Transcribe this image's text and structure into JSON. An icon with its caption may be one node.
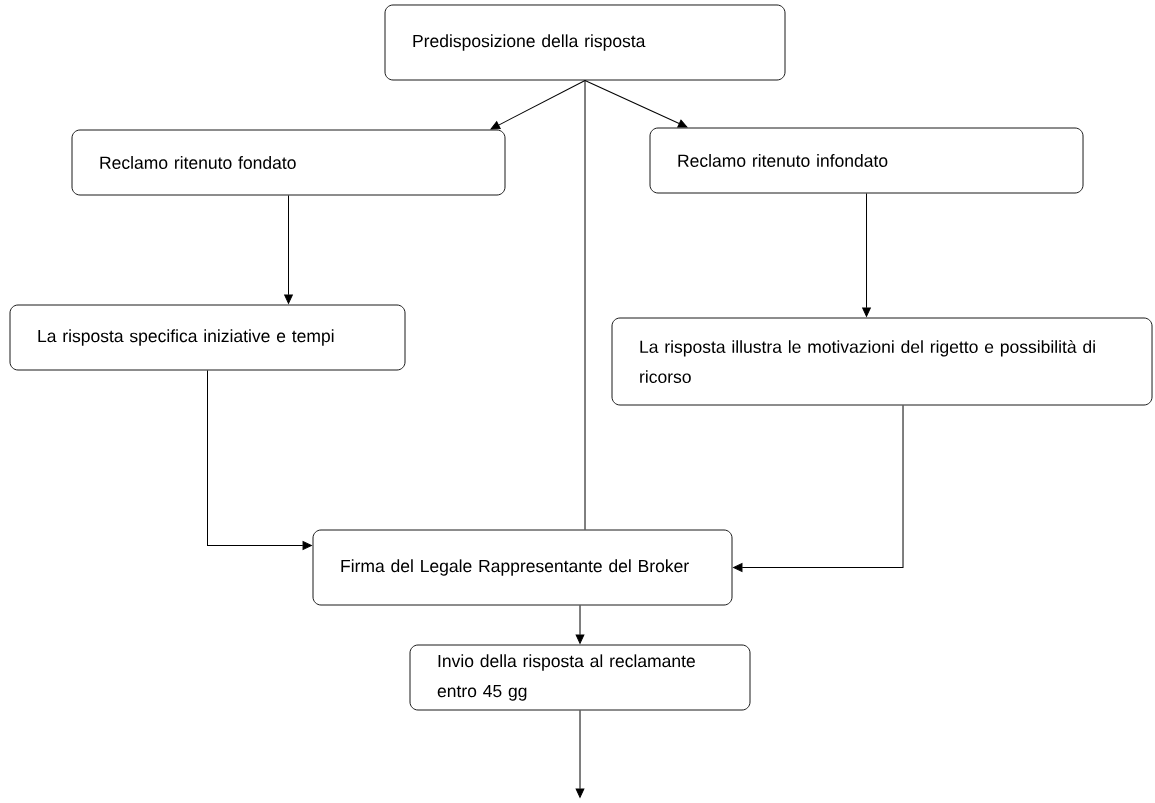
{
  "diagram": {
    "nodes": [
      {
        "text": [
          "Predisposizione della risposta"
        ]
      },
      {
        "text": [
          "Reclamo ritenuto fondato"
        ]
      },
      {
        "text": [
          "Reclamo ritenuto infondato"
        ]
      },
      {
        "text": [
          "La risposta specifica iniziative e tempi"
        ]
      },
      {
        "text": [
          "La risposta illustra le motivazioni del rigetto e possibilità di ricorso"
        ]
      },
      {
        "text": [
          "Firma del Legale Rappresentante del Broker"
        ]
      },
      {
        "text": [
          "Invio della risposta al reclamante entro 45 gg"
        ]
      }
    ],
    "edges": [
      {
        "from": 0,
        "to": 1,
        "arrow": "to"
      },
      {
        "from": 0,
        "to": 2,
        "arrow": "to"
      },
      {
        "from": 0,
        "to": 5,
        "arrow": "none"
      },
      {
        "from": 1,
        "to": 3,
        "arrow": "to"
      },
      {
        "from": 2,
        "to": 4,
        "arrow": "to"
      },
      {
        "from": 3,
        "to": 5,
        "arrow": "to"
      },
      {
        "from": 4,
        "to": 5,
        "arrow": "to"
      },
      {
        "from": 5,
        "to": 6,
        "arrow": "to"
      },
      {
        "from": 6,
        "to": null,
        "arrow": "to"
      }
    ]
  }
}
